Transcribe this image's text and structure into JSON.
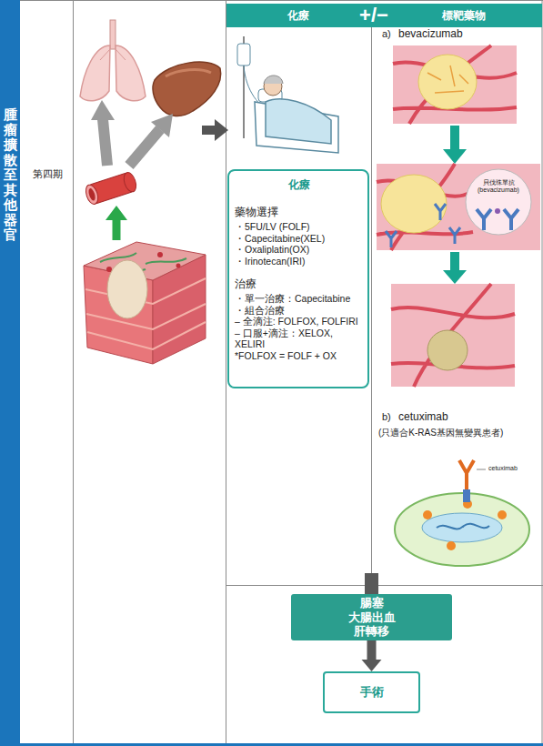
{
  "diagram": {
    "nodes": [
      {
        "text": [
          "腫瘤擴散至其他器官"
        ]
      },
      {
        "text": [
          "第四期"
        ]
      },
      {
        "text": [
          "化療",
          "+/−",
          "標靶藥物"
        ]
      },
      {
        "text": [
          "化療",
          "藥物選擇",
          "・5FU/LV (FOLF)",
          "・Capecitabine(XEL)",
          "・Oxaliplatin(OX)",
          "・Irinotecan(IRI)",
          "治療",
          "・單一治療：Capecitabine",
          "・組合治療",
          "– 全滴注: FOLFOX, FOLFIRI",
          "– 口服+滴注：XELOX, XELIRI",
          "*FOLFOX = FOLF + OX"
        ]
      },
      {
        "text": [
          "腸塞",
          "大腸出血",
          "肝轉移"
        ]
      },
      {
        "text": [
          "手術"
        ]
      }
    ],
    "edges": [
      {
        "from": 4,
        "to": 5,
        "arrow": "to"
      }
    ],
    "labels": [
      "a)",
      "bevacizumab",
      "貝伐珠單抗 (bevacizumab)",
      "b)",
      "cetuximab",
      "(只適合K-RAS基因無變異患者)",
      "cetuximab"
    ]
  }
}
